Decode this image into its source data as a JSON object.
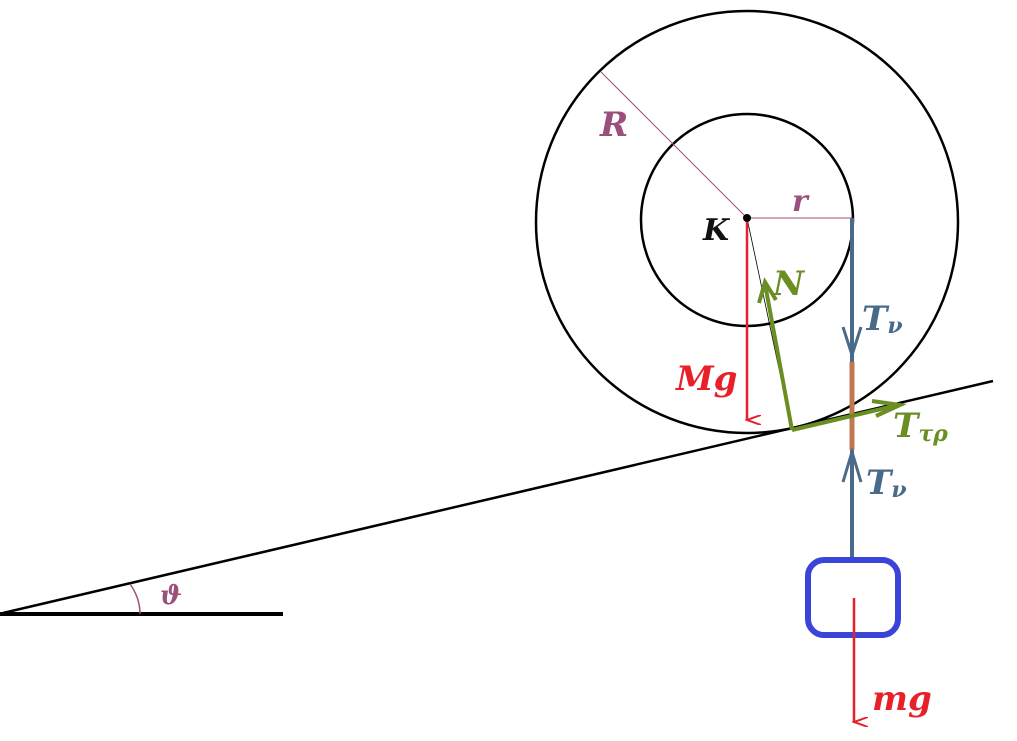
{
  "labels": {
    "outer_radius": "R",
    "inner_radius": "r",
    "center": "K",
    "normal_force": "N",
    "tension_upper": "T",
    "tension_upper_sub": "ν",
    "tension_lower": "T",
    "tension_lower_sub": "ν",
    "friction": "T",
    "friction_sub": "τρ",
    "wheel_weight": "Mg",
    "mass_weight": "mg",
    "angle": "ϑ"
  },
  "colors": {
    "label_purple": "#9b4f7c",
    "force_red": "#e8202a",
    "force_green": "#6b8e23",
    "tension_blue": "#4a6a8a",
    "block_blue": "#3a44d8",
    "rope_brown": "#c07850",
    "line_black": "#000000"
  }
}
